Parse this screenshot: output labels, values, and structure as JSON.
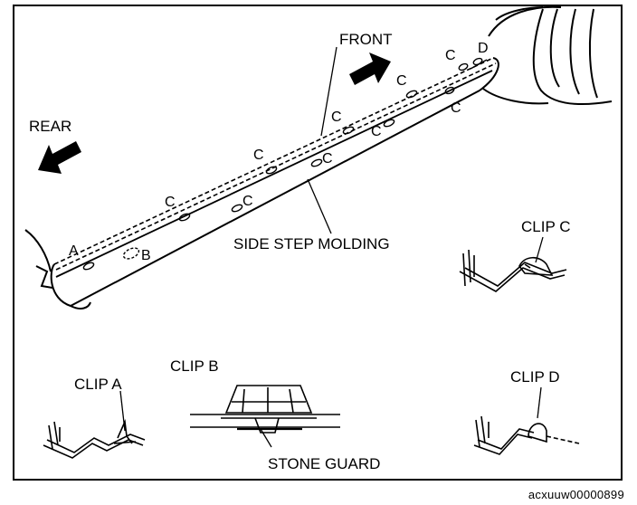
{
  "labels": {
    "front": "FRONT",
    "rear": "REAR",
    "side_step_molding": "SIDE STEP MOLDING",
    "clip_a": "CLIP A",
    "clip_b": "CLIP B",
    "clip_c": "CLIP C",
    "clip_d": "CLIP D",
    "stone_guard": "STONE GUARD"
  },
  "point_letters": {
    "a": "A",
    "b": "B",
    "c": "C",
    "d": "D"
  },
  "figure_code": "acxuuw00000899",
  "icons": [
    "front-arrow-icon",
    "rear-arrow-icon"
  ],
  "colors": {
    "line": "#000000",
    "background": "#ffffff"
  }
}
